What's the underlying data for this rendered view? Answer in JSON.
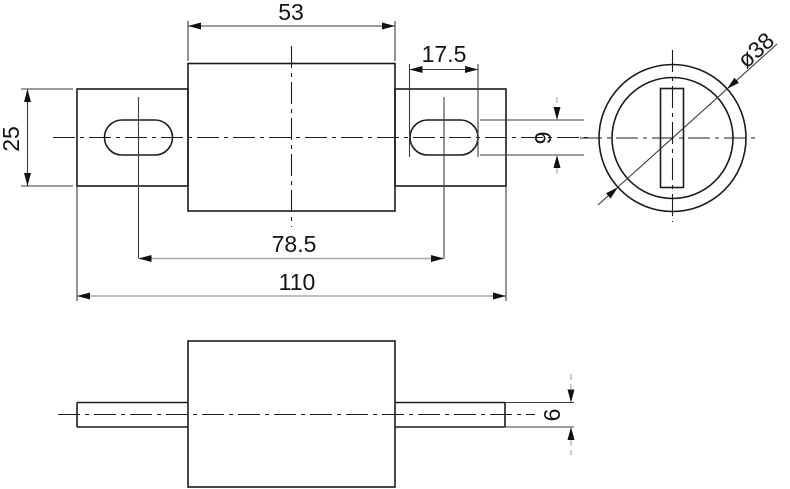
{
  "drawing_title": "fuse-dimension-drawing",
  "views": {
    "front": {
      "dim_body_length": "53",
      "dim_slot_length": "17.5",
      "dim_tag_width": "25",
      "dim_slot_width": "9",
      "dim_fixing_centres": "78.5",
      "dim_overall_length": "110"
    },
    "end": {
      "dim_body_diameter": "ø38"
    },
    "side": {
      "dim_tag_thickness": "6"
    }
  },
  "colors": {
    "background": "#ffffff",
    "object_line": "#1c1c1c",
    "dimension_line": "#3c3c3c",
    "dimension_line_gray": "#a9a9a9",
    "text": "#141414"
  }
}
